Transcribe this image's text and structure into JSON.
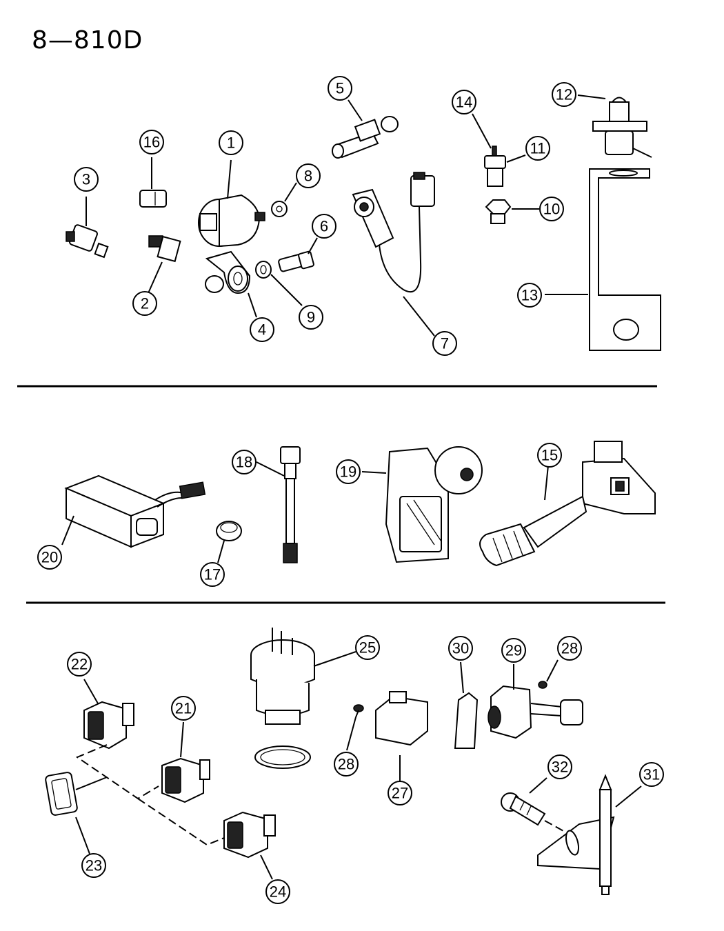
{
  "diagram_code": "8—810D",
  "callouts": [
    {
      "id": "c1",
      "label": "1"
    },
    {
      "id": "c2",
      "label": "2"
    },
    {
      "id": "c3",
      "label": "3"
    },
    {
      "id": "c4",
      "label": "4"
    },
    {
      "id": "c5",
      "label": "5"
    },
    {
      "id": "c6",
      "label": "6"
    },
    {
      "id": "c7",
      "label": "7"
    },
    {
      "id": "c8",
      "label": "8"
    },
    {
      "id": "c9",
      "label": "9"
    },
    {
      "id": "c10",
      "label": "10"
    },
    {
      "id": "c11",
      "label": "11"
    },
    {
      "id": "c12",
      "label": "12"
    },
    {
      "id": "c13",
      "label": "13"
    },
    {
      "id": "c14",
      "label": "14"
    },
    {
      "id": "c15",
      "label": "15"
    },
    {
      "id": "c16",
      "label": "16"
    },
    {
      "id": "c17",
      "label": "17"
    },
    {
      "id": "c18",
      "label": "18"
    },
    {
      "id": "c19",
      "label": "19"
    },
    {
      "id": "c20",
      "label": "20"
    },
    {
      "id": "c21",
      "label": "21"
    },
    {
      "id": "c22",
      "label": "22"
    },
    {
      "id": "c23",
      "label": "23"
    },
    {
      "id": "c24",
      "label": "24"
    },
    {
      "id": "c25",
      "label": "25"
    },
    {
      "id": "c27",
      "label": "27"
    },
    {
      "id": "c28a",
      "label": "28"
    },
    {
      "id": "c28b",
      "label": "28"
    },
    {
      "id": "c29",
      "label": "29"
    },
    {
      "id": "c30",
      "label": "30"
    },
    {
      "id": "c31",
      "label": "31"
    },
    {
      "id": "c32",
      "label": "32"
    }
  ]
}
